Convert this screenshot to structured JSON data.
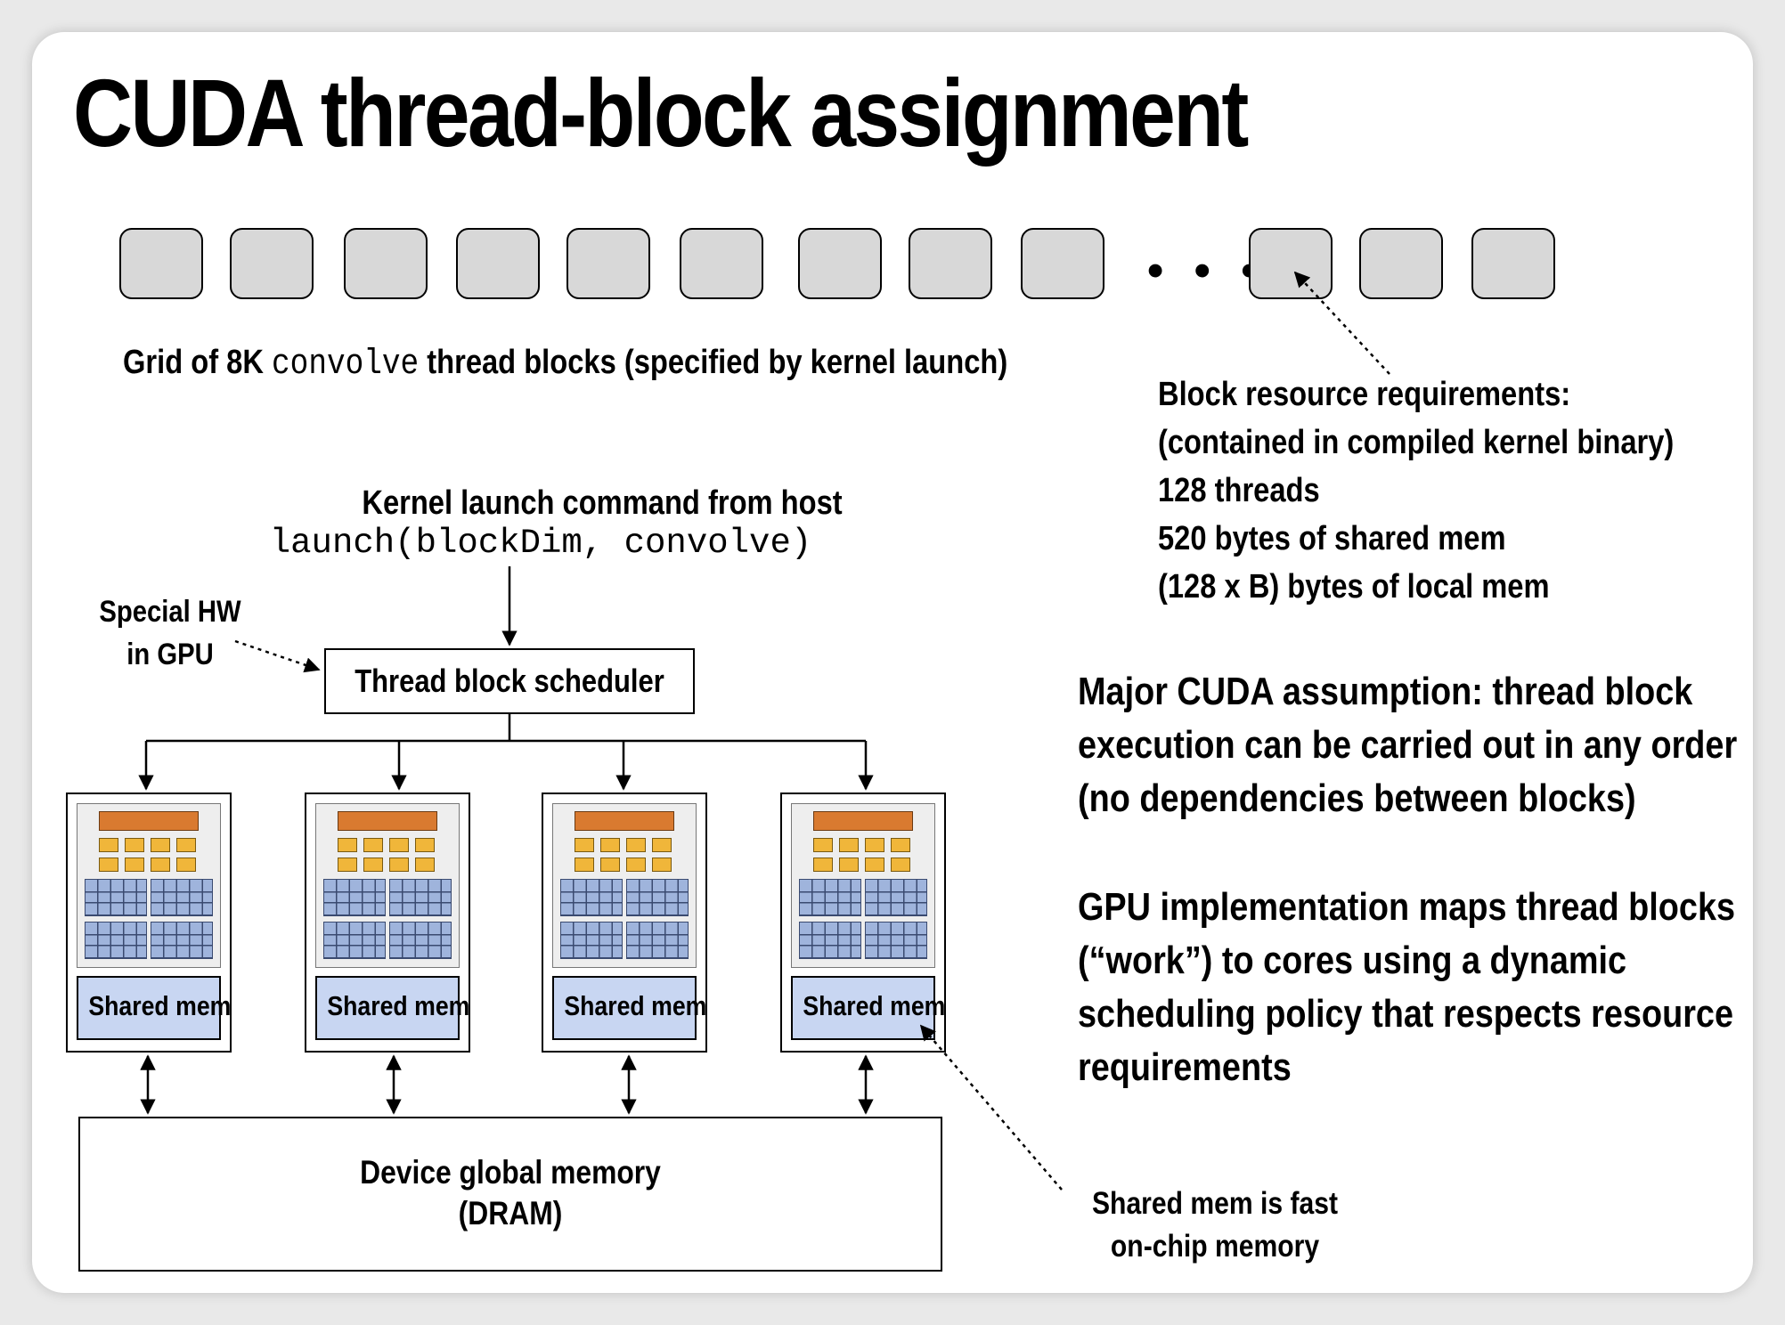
{
  "title": "CUDA thread-block assignment",
  "grid": {
    "ellipsis": "• • •",
    "caption_prefix": "Grid of 8K ",
    "caption_code": "convolve",
    "caption_suffix": " thread blocks (specified by kernel launch)"
  },
  "resources": [
    "Block resource requirements:",
    "(contained in compiled kernel binary)",
    "128 threads",
    "520 bytes of shared mem",
    "(128 x B) bytes of local mem"
  ],
  "launch": {
    "title": "Kernel launch command from host",
    "code": "launch(blockDim, convolve)"
  },
  "special_hw": [
    "Special HW",
    "in GPU"
  ],
  "scheduler_label": "Thread block scheduler",
  "core_label": "Shared mem",
  "dram": [
    "Device global memory",
    "(DRAM)"
  ],
  "assumption": [
    "Major CUDA assumption: thread block",
    "execution can be carried out in any order",
    "(no dependencies between blocks)"
  ],
  "implementation": [
    "GPU implementation maps thread blocks",
    "(“work”) to cores using a dynamic",
    "scheduling policy that respects resource",
    "requirements"
  ],
  "shared_mem_note": [
    "Shared mem is fast",
    "on-chip memory"
  ],
  "colors": {
    "thread_block_fill": "#d8d8d8",
    "core_control_unit": "#d97a30",
    "core_alu": "#f0b63a",
    "core_exec_unit": "#9fb4dc",
    "shared_mem_fill": "#c8d6f2"
  }
}
